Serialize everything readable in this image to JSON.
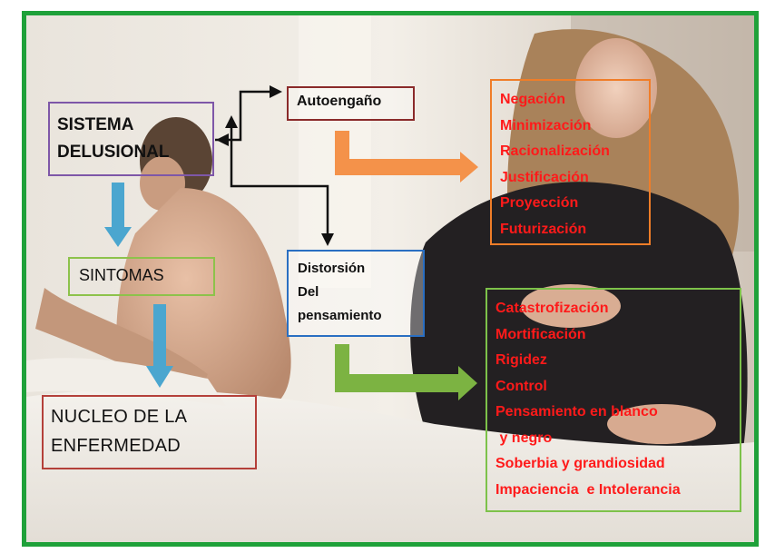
{
  "diagram": {
    "sistema": [
      "SISTEMA",
      "DELUSIONAL"
    ],
    "sintomas": "SINTOMAS",
    "nucleo": [
      "NUCLEO DE LA",
      "ENFERMEDAD"
    ],
    "autoengano": "Autoengaño",
    "distorsion": [
      "Distorsión",
      "Del",
      "pensamiento"
    ],
    "negacion_list": [
      "Negación",
      "Minimización",
      "Racionalización",
      "Justificación",
      "Proyección",
      "Futurización"
    ],
    "distorsion_list": [
      "Catastrofización",
      "Mortificación",
      "Rigidez",
      "Control",
      "Pensamiento en blanco",
      " y negro",
      "Soberbia y grandiosidad",
      "Impaciencia  e Intolerancia"
    ]
  },
  "colors": {
    "frame": "#1fa13a",
    "sistema_border": "#7e57a8",
    "sintomas_border": "#8dc24b",
    "nucleo_border": "#b4403a",
    "autoengano_border": "#8a2a2a",
    "distorsion_border": "#2a6fc2",
    "negacion_border": "#f07d28",
    "catastro_border": "#7dc24a",
    "list_text": "#ff1a1a",
    "blue_arrow": "#4ba6cf",
    "orange_arrow": "#f4924a",
    "green_arrow": "#7cb342"
  }
}
